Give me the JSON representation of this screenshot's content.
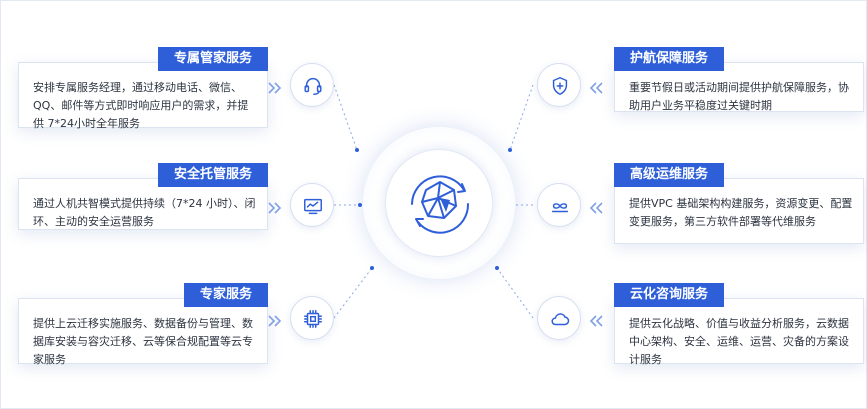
{
  "colors": {
    "accent": "#2e5fd9",
    "text": "#2c3440",
    "line": "#2e5fd9"
  },
  "cards": [
    {
      "id": "managed-butler",
      "title": "专属管家服务",
      "body": "安排专属服务经理，通过移动电话、微信、QQ、邮件等方式即时响应用户的需求，并提供 7*24小时全年服务",
      "icon": "headset-icon"
    },
    {
      "id": "security-hosting",
      "title": "安全托管服务",
      "body": "通过人机共智模式提供持续（7*24 小时）、闭环、主动的安全运营服务",
      "icon": "monitor-icon"
    },
    {
      "id": "expert",
      "title": "专家服务",
      "body": "提供上云迁移实施服务、数据备份与管理、数据库安装与容灾迁移、云等保合规配置等云专家服务",
      "icon": "chip-icon"
    },
    {
      "id": "escort",
      "title": "护航保障服务",
      "body": "重要节假日或活动期间提供护航保障服务，协助用户业务平稳度过关键时期",
      "icon": "shield-plus-icon"
    },
    {
      "id": "advanced-ops",
      "title": "高级运维服务",
      "body": "提供VPC 基础架构构建服务，资源变更、配置变更服务，第三方软件部署等代维服务",
      "icon": "infinity-icon"
    },
    {
      "id": "cloud-consult",
      "title": "云化咨询服务",
      "body": "提供云化战略、价值与收益分析服务，云数据中心架构、安全、运维、运营、灾备的方案设计服务",
      "icon": "cloud-icon"
    }
  ]
}
